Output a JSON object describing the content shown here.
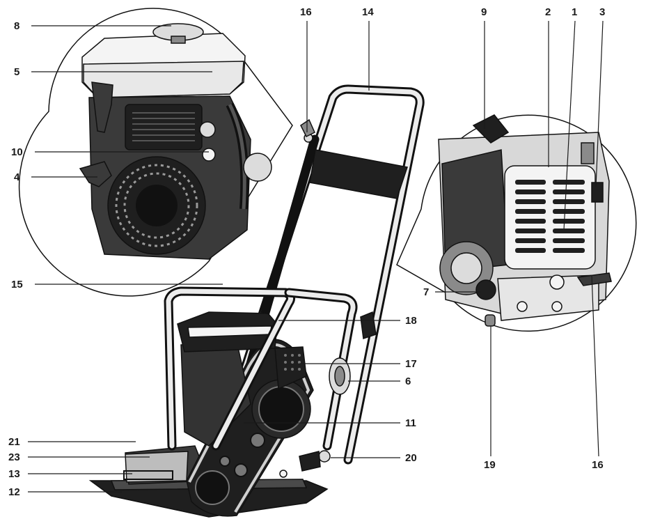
{
  "labels": {
    "l1": "1",
    "l2": "2",
    "l3": "3",
    "l4": "4",
    "l5": "5",
    "l6": "6",
    "l7": "7",
    "l8": "8",
    "l9": "9",
    "l10": "10",
    "l11": "11",
    "l12": "12",
    "l13": "13",
    "l14": "14",
    "l15": "15",
    "l16a": "16",
    "l16b": "16",
    "l17": "17",
    "l18": "18",
    "l19": "19",
    "l20": "20",
    "l21": "21",
    "l23": "23"
  },
  "colors": {
    "ink": "#1a1a1a",
    "body_dark": "#1f1f1f",
    "metal_light": "#dcdcdc",
    "background": "#ffffff"
  }
}
